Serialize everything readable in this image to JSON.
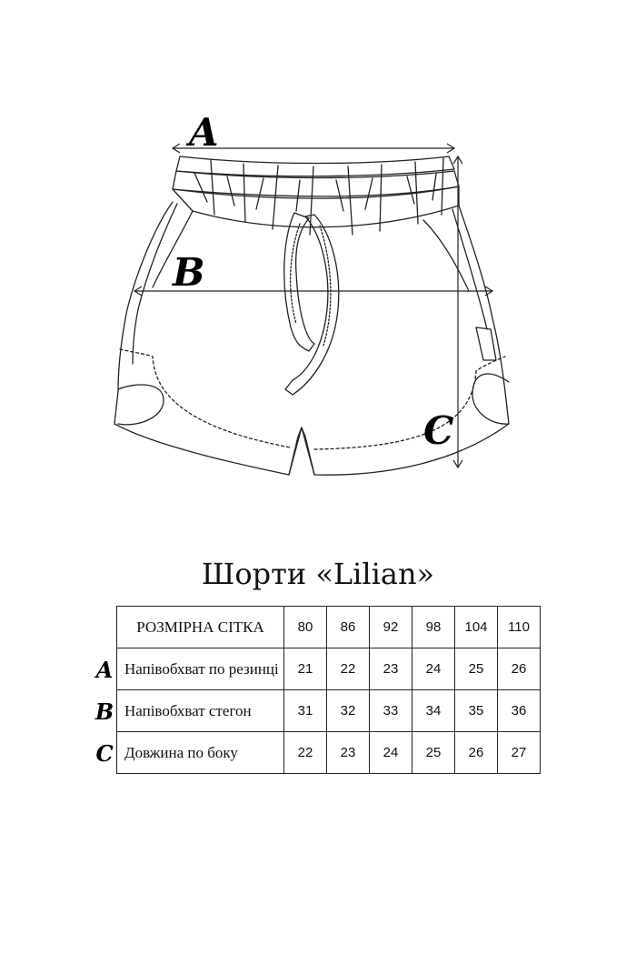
{
  "diagram": {
    "labels": {
      "a": "A",
      "b": "B",
      "c": "C"
    }
  },
  "title": "Шорти «Lilian»",
  "table": {
    "header_label": "РОЗМІРНА СІТКА",
    "sizes": [
      "80",
      "86",
      "92",
      "98",
      "104",
      "110"
    ],
    "rows": [
      {
        "marker": "A",
        "label": "Напівобхват по резинці",
        "values": [
          "21",
          "22",
          "23",
          "24",
          "25",
          "26"
        ]
      },
      {
        "marker": "B",
        "label": "Напівобхват стегон",
        "values": [
          "31",
          "32",
          "33",
          "34",
          "35",
          "36"
        ]
      },
      {
        "marker": "C",
        "label": "Довжина по боку",
        "values": [
          "22",
          "23",
          "24",
          "25",
          "26",
          "27"
        ]
      }
    ]
  }
}
